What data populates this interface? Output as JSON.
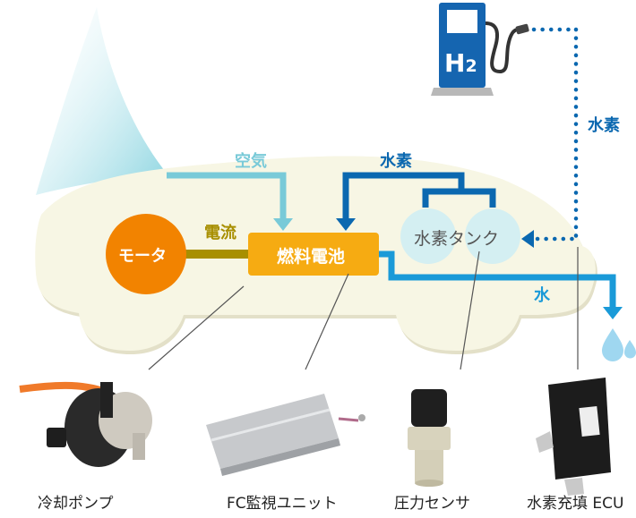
{
  "colors": {
    "car_body": "#f7f6e4",
    "car_shadow": "#e3e0c8",
    "air": "#79cad8",
    "hydrogen": "#0b68b0",
    "water": "#1a9ad8",
    "current": "#a88f00",
    "motor": "#f28300",
    "fuel_cell": "#f6ab12",
    "tank": "#d4eff2",
    "station": "#1565b0",
    "station_base": "#b8b8b8",
    "leader_line": "#555555"
  },
  "nodes": {
    "motor": "モータ",
    "fuel_cell": "燃料電池",
    "tank": "水素タンク",
    "station_badge": "H",
    "station_badge_sub": "2"
  },
  "flows": {
    "air": "空気",
    "current": "電流",
    "hydrogen_to_cell": "水素",
    "hydrogen_fill": "水素",
    "water": "水"
  },
  "components": [
    {
      "name": "冷却ポンプ"
    },
    {
      "name": "FC監視ユニット"
    },
    {
      "name": "圧力センサ"
    },
    {
      "name": "水素充填 ECU"
    }
  ]
}
